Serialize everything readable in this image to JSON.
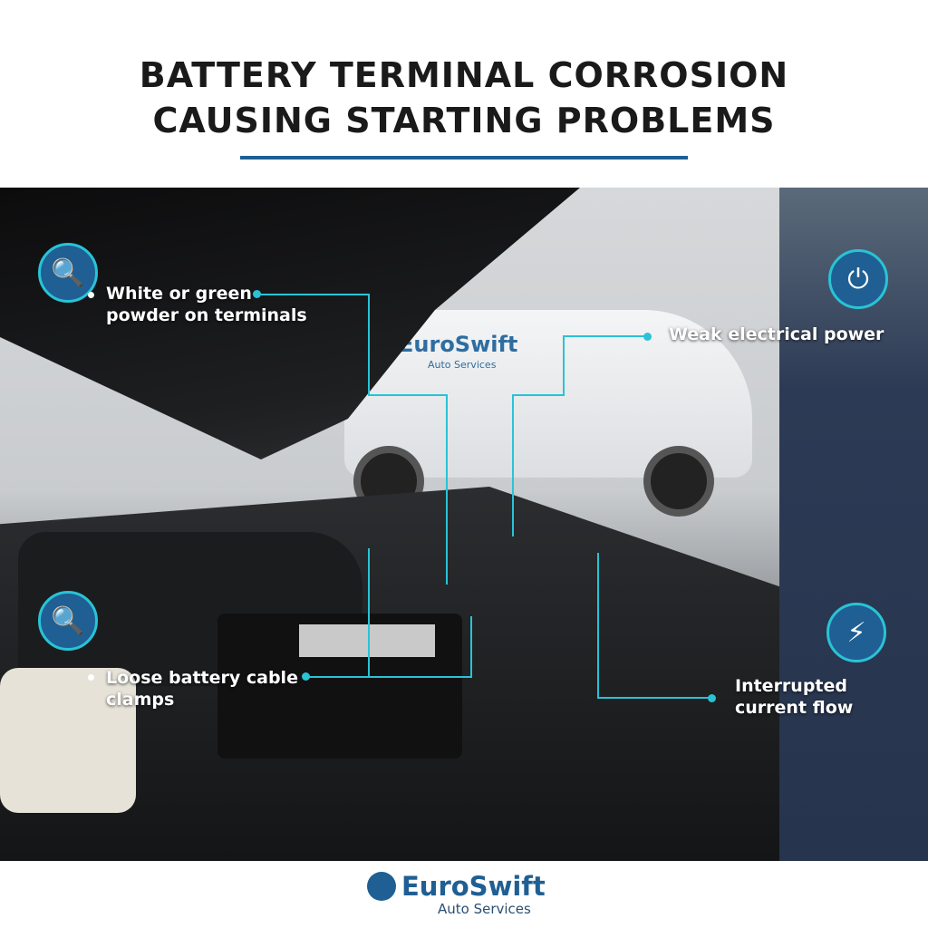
{
  "header": {
    "title_line1": "BATTERY TERMINAL CORROSION",
    "title_line2": "CAUSING STARTING PROBLEMS"
  },
  "colors": {
    "brand": "#1f5f93",
    "accent": "#29c3d6",
    "title": "#1a1a1a"
  },
  "photo": {
    "van_brand": "EuroSwift",
    "van_sub": "Auto Services"
  },
  "callouts": [
    {
      "icon": "magnifier-corrosion-icon",
      "glyph": "🔍",
      "text": "White or green powder on terminals"
    },
    {
      "icon": "power-icon",
      "glyph": "⏻",
      "text": "Weak electrical power"
    },
    {
      "icon": "magnifier-icon",
      "glyph": "🔍",
      "text": "Loose battery cable clamps"
    },
    {
      "icon": "lightning-icon",
      "glyph": "⚡",
      "text": "Interrupted current flow"
    }
  ],
  "footer": {
    "brand": "EuroSwift",
    "tagline": "Auto Services"
  }
}
